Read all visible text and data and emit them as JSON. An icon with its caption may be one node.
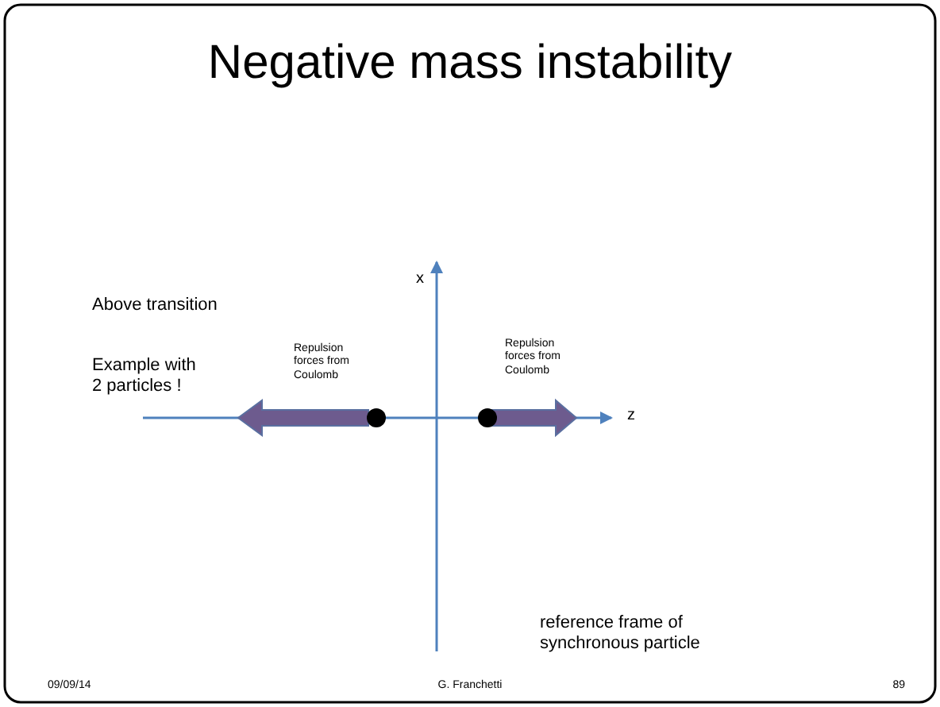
{
  "diagram": {
    "title": "Negative mass instability",
    "labels": [
      "Above transition",
      "Example with 2 particles !",
      "x",
      "Repulsion forces from Coulomb",
      "Repulsion forces from Coulomb",
      "z",
      "reference frame of synchronous particle",
      "09/09/14",
      "G. Franchetti",
      "89"
    ]
  }
}
